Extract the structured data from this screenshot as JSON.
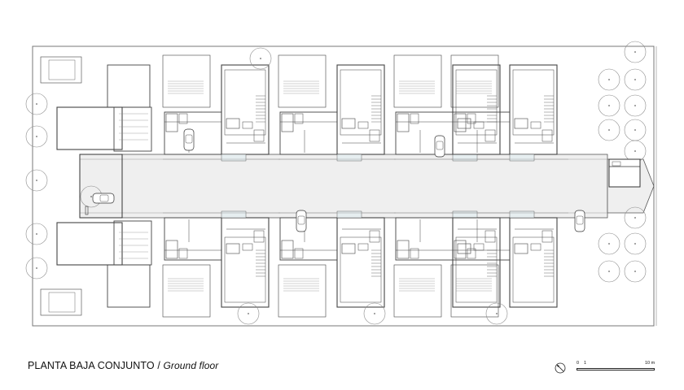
{
  "title": {
    "main": "PLANTA BAJA CONJUNTO",
    "separator": "/",
    "sub": "Ground floor"
  },
  "scale": {
    "zero": "0",
    "one": "1",
    "ten": "10 m"
  },
  "icons": {
    "north": "north-arrow-icon",
    "car": "car-icon",
    "tree": "tree-icon",
    "motorcycle": "motorcycle-icon"
  },
  "colors": {
    "line": "#444444",
    "light_line": "#8a8a8a",
    "courtyard": "#efefef",
    "pool": "#ededed",
    "background": "#ffffff"
  }
}
